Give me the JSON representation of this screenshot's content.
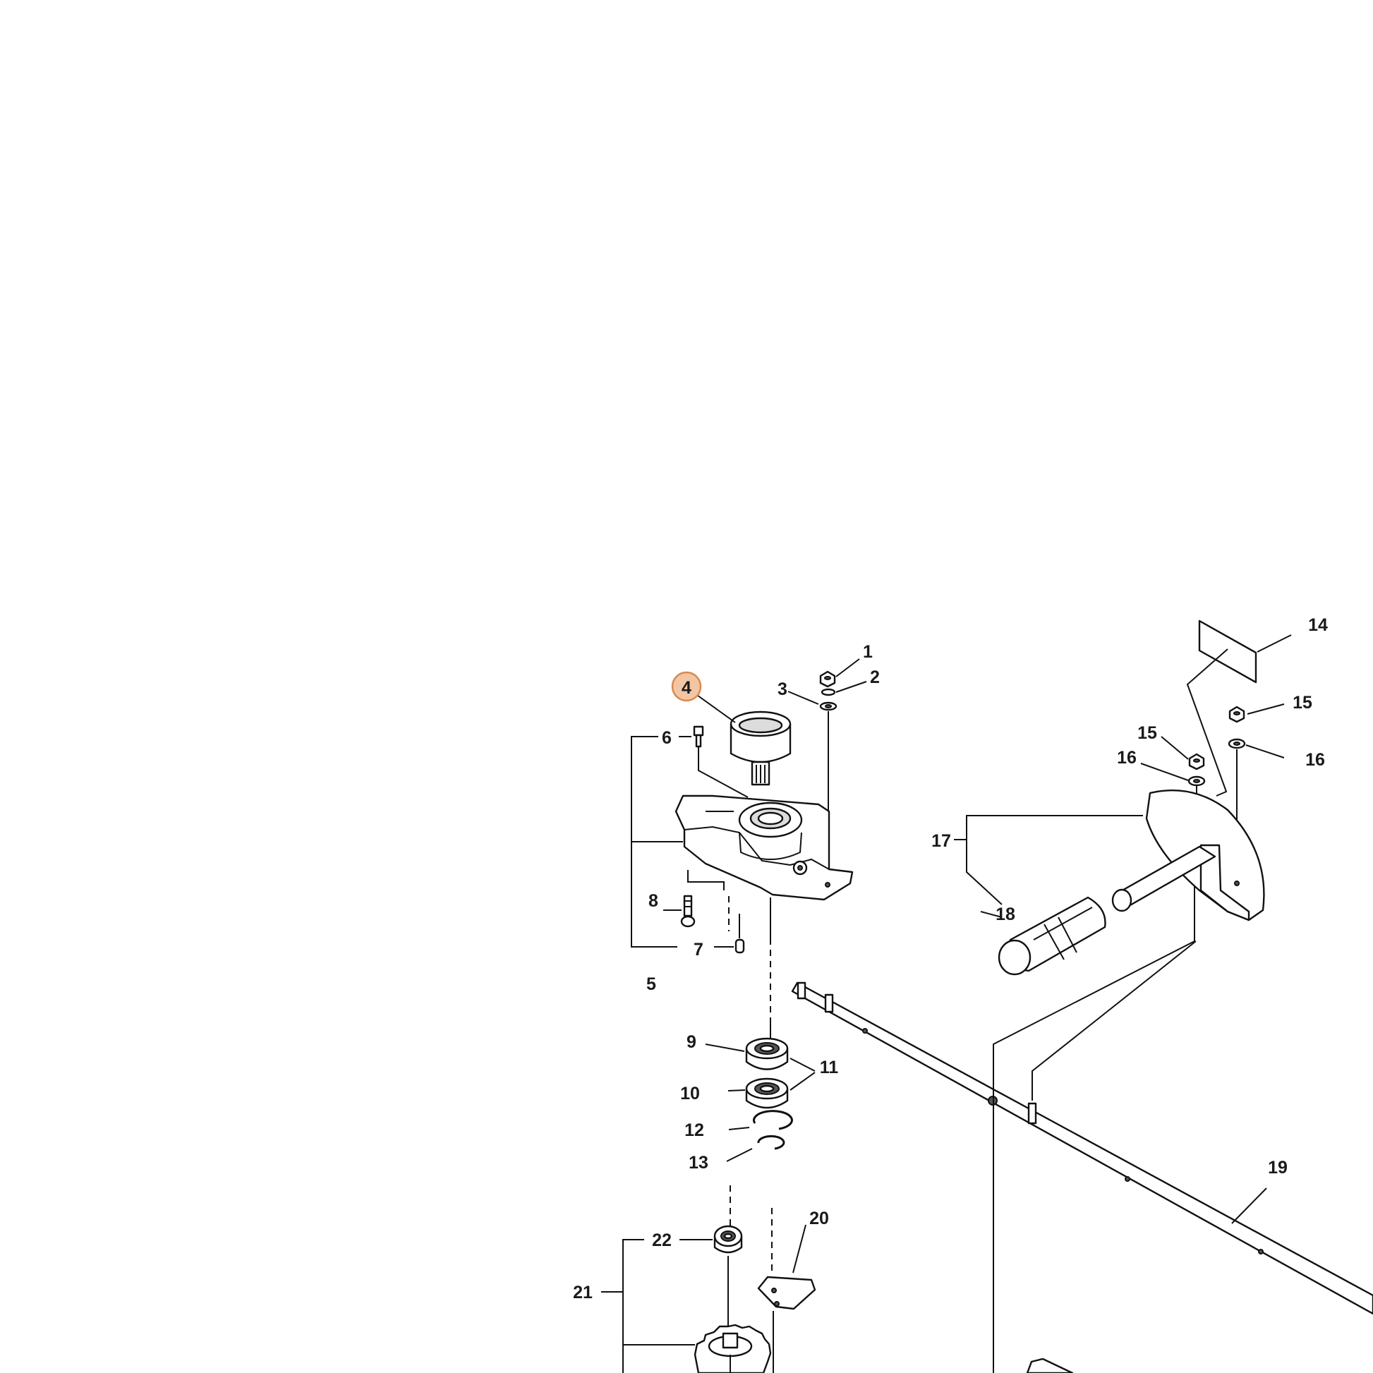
{
  "diagram": {
    "highlight_color": "#f2c6a4",
    "highlight_stroke": "#d98a4e",
    "labels": {
      "l1": "1",
      "l2": "2",
      "l3": "3",
      "l4": "4",
      "l5": "5",
      "l6": "6",
      "l7": "7",
      "l8": "8",
      "l9": "9",
      "l10": "10",
      "l11": "11",
      "l12": "12",
      "l13": "13",
      "l14": "14",
      "l15a": "15",
      "l15b": "15",
      "l16a": "16",
      "l16b": "16",
      "l17": "17",
      "l18": "18",
      "l19": "19",
      "l20": "20",
      "l21": "21",
      "l22": "22"
    },
    "highlighted_part": "4"
  }
}
